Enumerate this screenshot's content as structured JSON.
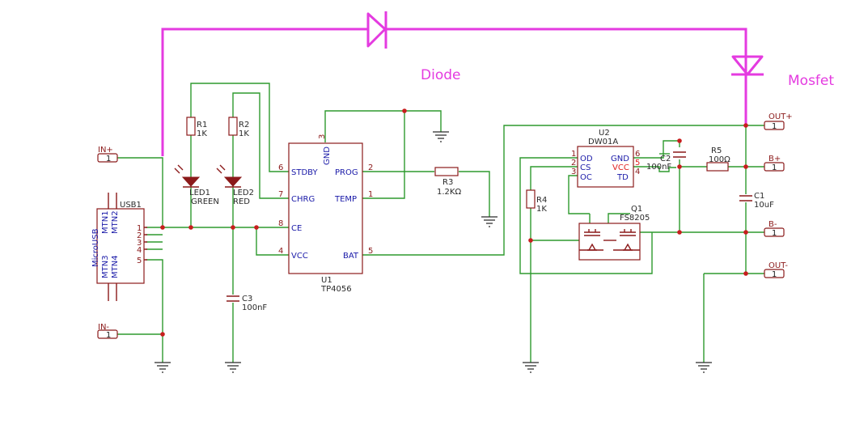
{
  "annotations": {
    "diode": "Diode",
    "mosfet": "Mosfet"
  },
  "components": {
    "usb1": {
      "ref": "USB1",
      "value": "MicroUSB",
      "mtn1": "MTN1",
      "mtn2": "MTN2",
      "mtn3": "MTN3",
      "mtn4": "MTN4",
      "pins": [
        "1",
        "2",
        "3",
        "4",
        "5"
      ]
    },
    "r1": {
      "ref": "R1",
      "value": "1K"
    },
    "r2": {
      "ref": "R2",
      "value": "1K"
    },
    "led1": {
      "ref": "LED1",
      "value": "GREEN"
    },
    "led2": {
      "ref": "LED2",
      "value": "RED"
    },
    "c3": {
      "ref": "C3",
      "value": "100nF"
    },
    "u1": {
      "ref": "U1",
      "value": "TP4056",
      "gnd": "GND",
      "gnd_pin": "3",
      "stdby": "STDBY",
      "stdby_pin": "6",
      "chrg": "CHRG",
      "chrg_pin": "7",
      "ce": "CE",
      "ce_pin": "8",
      "vcc": "VCC",
      "vcc_pin": "4",
      "prog": "PROG",
      "prog_pin": "2",
      "temp": "TEMP",
      "temp_pin": "1",
      "bat": "BAT",
      "bat_pin": "5"
    },
    "r3": {
      "ref": "R3",
      "value": "1.2KΩ"
    },
    "u2": {
      "ref": "U2",
      "value": "DW01A",
      "od": "OD",
      "od_pin": "1",
      "cs": "CS",
      "cs_pin": "2",
      "oc": "OC",
      "oc_pin": "3",
      "gnd": "GND",
      "gnd_pin": "6",
      "vcc": "VCC",
      "vcc_pin": "5",
      "td": "TD",
      "td_pin": "4"
    },
    "c2": {
      "ref": "C2",
      "value": "100nF"
    },
    "r5": {
      "ref": "R5",
      "value": "100Ω"
    },
    "c1": {
      "ref": "C1",
      "value": "10uF"
    },
    "r4": {
      "ref": "R4",
      "value": "1K"
    },
    "q1": {
      "ref": "Q1",
      "value": "FS8205"
    }
  },
  "ports": {
    "in_plus": {
      "label": "IN+",
      "pin": "1"
    },
    "in_minus": {
      "label": "IN-",
      "pin": "1"
    },
    "out_plus": {
      "label": "OUT+",
      "pin": "1"
    },
    "b_plus": {
      "label": "B+",
      "pin": "1"
    },
    "b_minus": {
      "label": "B-",
      "pin": "1"
    },
    "out_minus": {
      "label": "OUT-",
      "pin": "1"
    }
  },
  "colors": {
    "wire": "#2e9a2e",
    "component": "#8b1a1a",
    "pin_name": "#1a1aa8",
    "annotation": "#e43be0",
    "junction": "#c81e1e"
  }
}
